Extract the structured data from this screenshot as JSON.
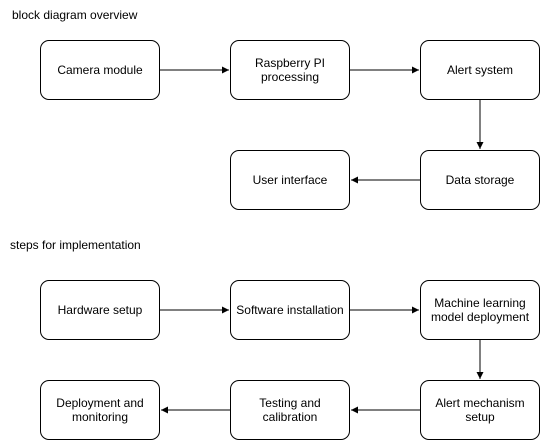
{
  "overview": {
    "title": "block diagram overview",
    "nodes": {
      "camera": "Camera module",
      "raspberry": "Raspberry PI\nprocessing",
      "alert": "Alert system",
      "storage": "Data storage",
      "ui": "User interface"
    }
  },
  "implementation": {
    "title": "steps for implementation",
    "nodes": {
      "hardware": "Hardware setup",
      "software": "Software installation",
      "ml": "Machine learning\nmodel deployment",
      "alert_mechanism": "Alert mechanism\nsetup",
      "testing": "Testing and\ncalibration",
      "deployment": "Deployment and\nmonitoring"
    }
  },
  "colors": {
    "stroke": "#000000",
    "node_fill": "#ffffff",
    "background": "#ffffff"
  }
}
